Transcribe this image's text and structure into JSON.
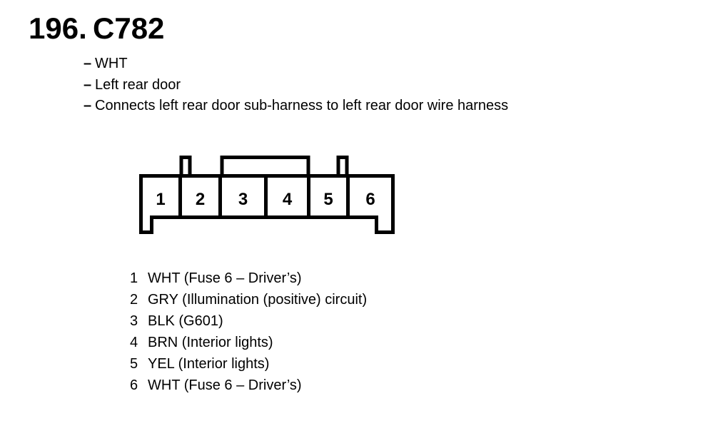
{
  "page": {
    "title_number": "196.",
    "title_code": "C782"
  },
  "bullet_dash": "–",
  "bullets": [
    "WHT",
    "Left rear door",
    "Connects left rear door sub-harness to left rear door wire harness"
  ],
  "connector": {
    "description": "6-cavity connector, face view",
    "cells": [
      "1",
      "2",
      "3",
      "4",
      "5",
      "6"
    ]
  },
  "pin_list": [
    {
      "number": "1",
      "description": "WHT (Fuse 6 – Driver’s)"
    },
    {
      "number": "2",
      "description": "GRY (Illumination (positive) circuit)"
    },
    {
      "number": "3",
      "description": "BLK (G601)"
    },
    {
      "number": "4",
      "description": "BRN (Interior lights)"
    },
    {
      "number": "5",
      "description": "YEL (Interior lights)"
    },
    {
      "number": "6",
      "description": "WHT (Fuse 6 – Driver’s)"
    }
  ],
  "colors": {
    "ink": "#000000",
    "background": "#ffffff"
  }
}
